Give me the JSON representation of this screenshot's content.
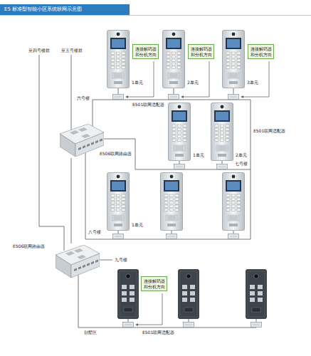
{
  "diagram": {
    "title": "E5 标准型智能小区系统联网示意图",
    "nodes": [
      {
        "text": [
          "连接解码器 和分机方向"
        ]
      },
      {
        "text": [
          "连接解码器 和分机方向"
        ]
      },
      {
        "text": [
          "连接解码器 和分机方向"
        ]
      },
      {
        "text": [
          "E506联网路由器"
        ]
      },
      {
        "text": [
          "E506联网路由器"
        ]
      },
      {
        "text": [
          "连接解码器 和分机方向"
        ]
      }
    ],
    "edges": [
      {
        "from": 3,
        "to": 4,
        "arrow": "none"
      }
    ],
    "labels": [
      "至四号楼群",
      "至五号楼群",
      "六号楼",
      "1单元",
      "2单元",
      "3单元",
      "E501联网适配器",
      "E501联网适配器",
      "1单元",
      "2单元",
      "七号楼",
      "1单元",
      "八号楼",
      "九号楼",
      "别墅区",
      "E501联网适配器"
    ]
  }
}
